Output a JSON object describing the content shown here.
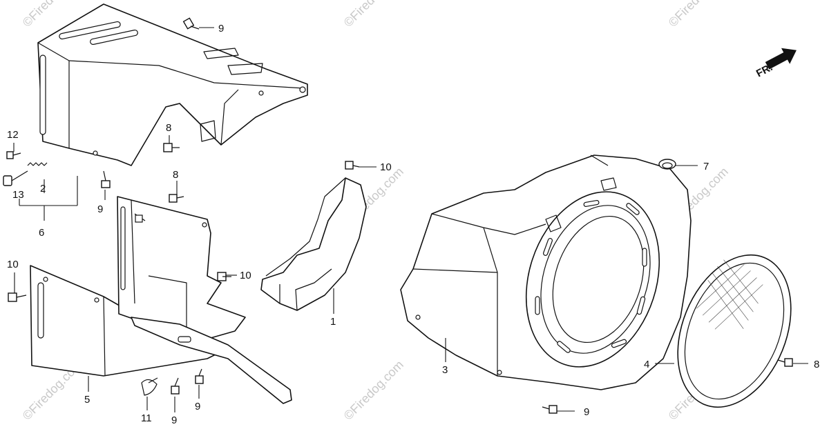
{
  "callouts": {
    "c1": "1",
    "c2": "2",
    "c3": "3",
    "c4": "4",
    "c5": "5",
    "c6": "6",
    "c7": "7",
    "c8a": "8",
    "c8b": "8",
    "c8c": "8",
    "c9a": "9",
    "c9b": "9",
    "c9c": "9",
    "c9d": "9",
    "c9e": "9",
    "c10a": "10",
    "c10b": "10",
    "c10c": "10",
    "c11": "11",
    "c12": "12",
    "c13": "13"
  },
  "direction_label": "FR.",
  "watermark": "©Firedog.com",
  "colors": {
    "line": "#111111",
    "watermark": "#c9c9c9",
    "background": "#ffffff"
  }
}
